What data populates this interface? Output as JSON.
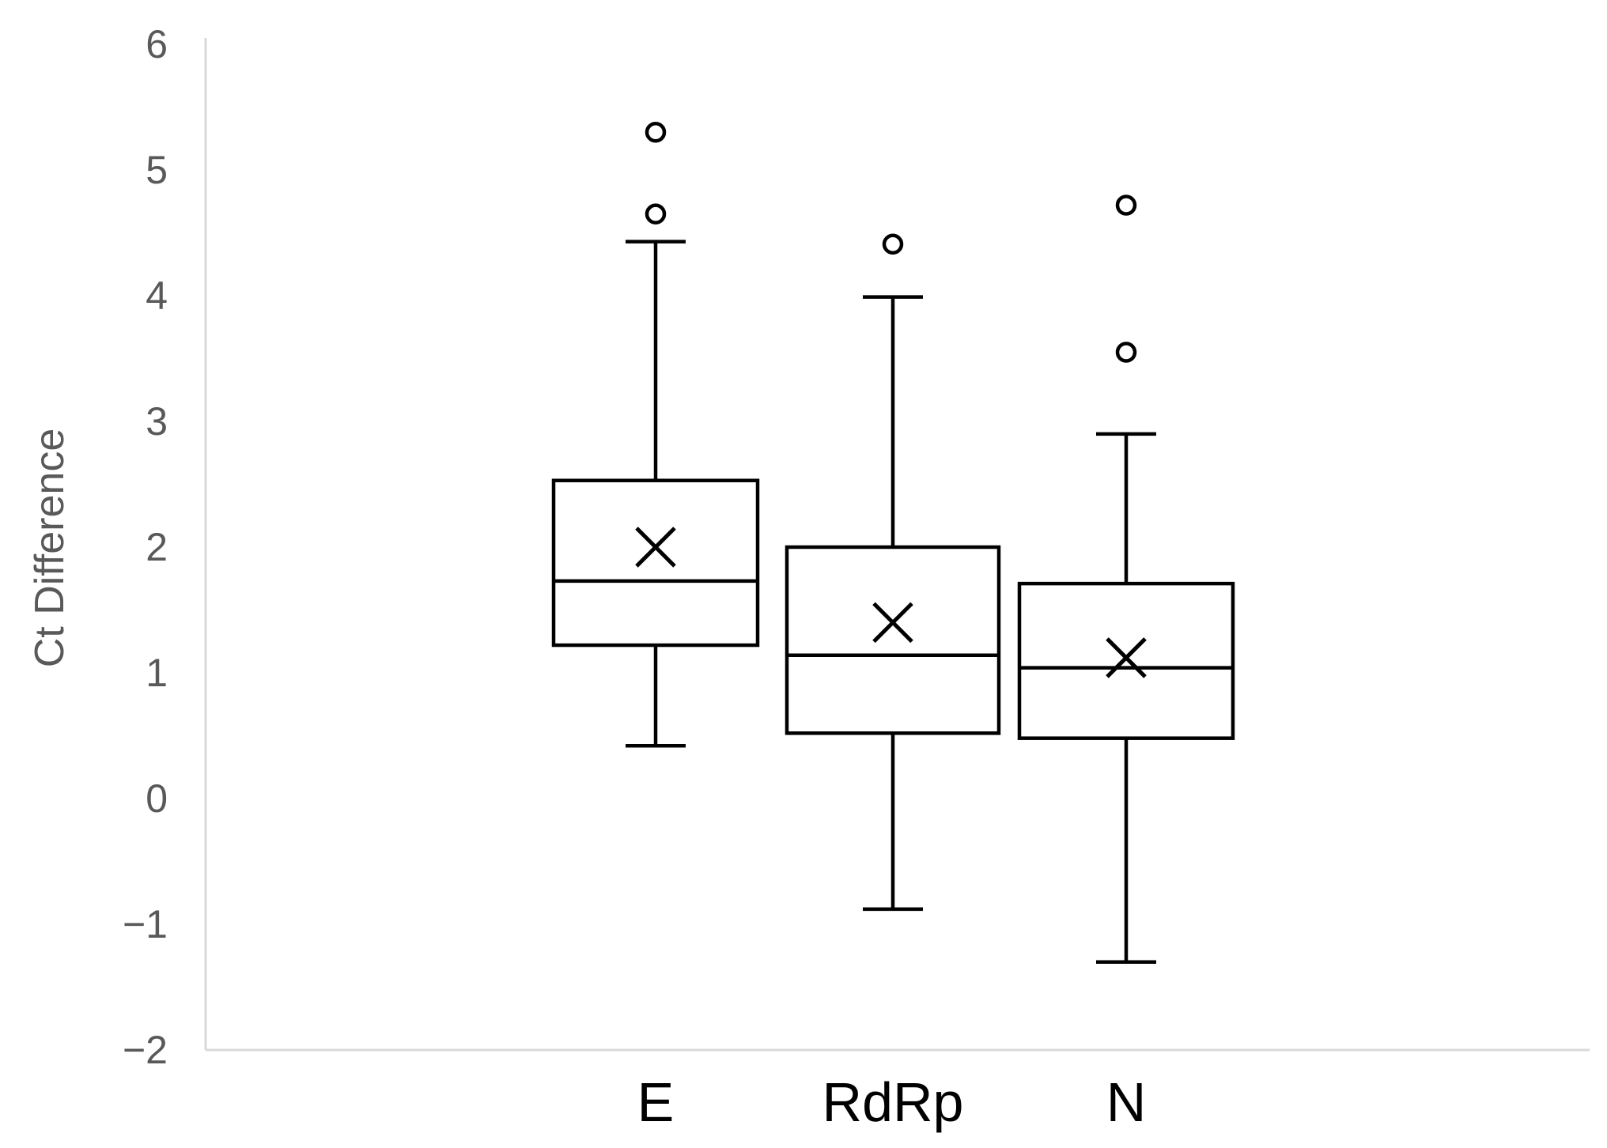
{
  "chart_data": {
    "type": "box",
    "title": "",
    "xlabel": "",
    "ylabel": "Ct Difference",
    "ylim": [
      -2,
      6
    ],
    "yticks": [
      "−2",
      "−1",
      "0",
      "1",
      "2",
      "3",
      "4",
      "5",
      "6"
    ],
    "ytick_values": [
      -2,
      -1,
      0,
      1,
      2,
      3,
      4,
      5,
      6
    ],
    "grid": false,
    "categories": [
      "E",
      "RdRp",
      "N"
    ],
    "boxes": [
      {
        "category": "E",
        "whisker_low": 0.42,
        "q1": 1.22,
        "median": 1.73,
        "q3": 2.53,
        "whisker_high": 4.43,
        "mean": 2.0,
        "outliers": [
          4.65,
          5.3
        ]
      },
      {
        "category": "RdRp",
        "whisker_low": -0.88,
        "q1": 0.52,
        "median": 1.14,
        "q3": 2.0,
        "whisker_high": 3.99,
        "mean": 1.4,
        "outliers": [
          4.41
        ]
      },
      {
        "category": "N",
        "whisker_low": -1.3,
        "q1": 0.48,
        "median": 1.04,
        "q3": 1.71,
        "whisker_high": 2.9,
        "mean": 1.12,
        "outliers": [
          3.55,
          4.72
        ]
      }
    ]
  }
}
